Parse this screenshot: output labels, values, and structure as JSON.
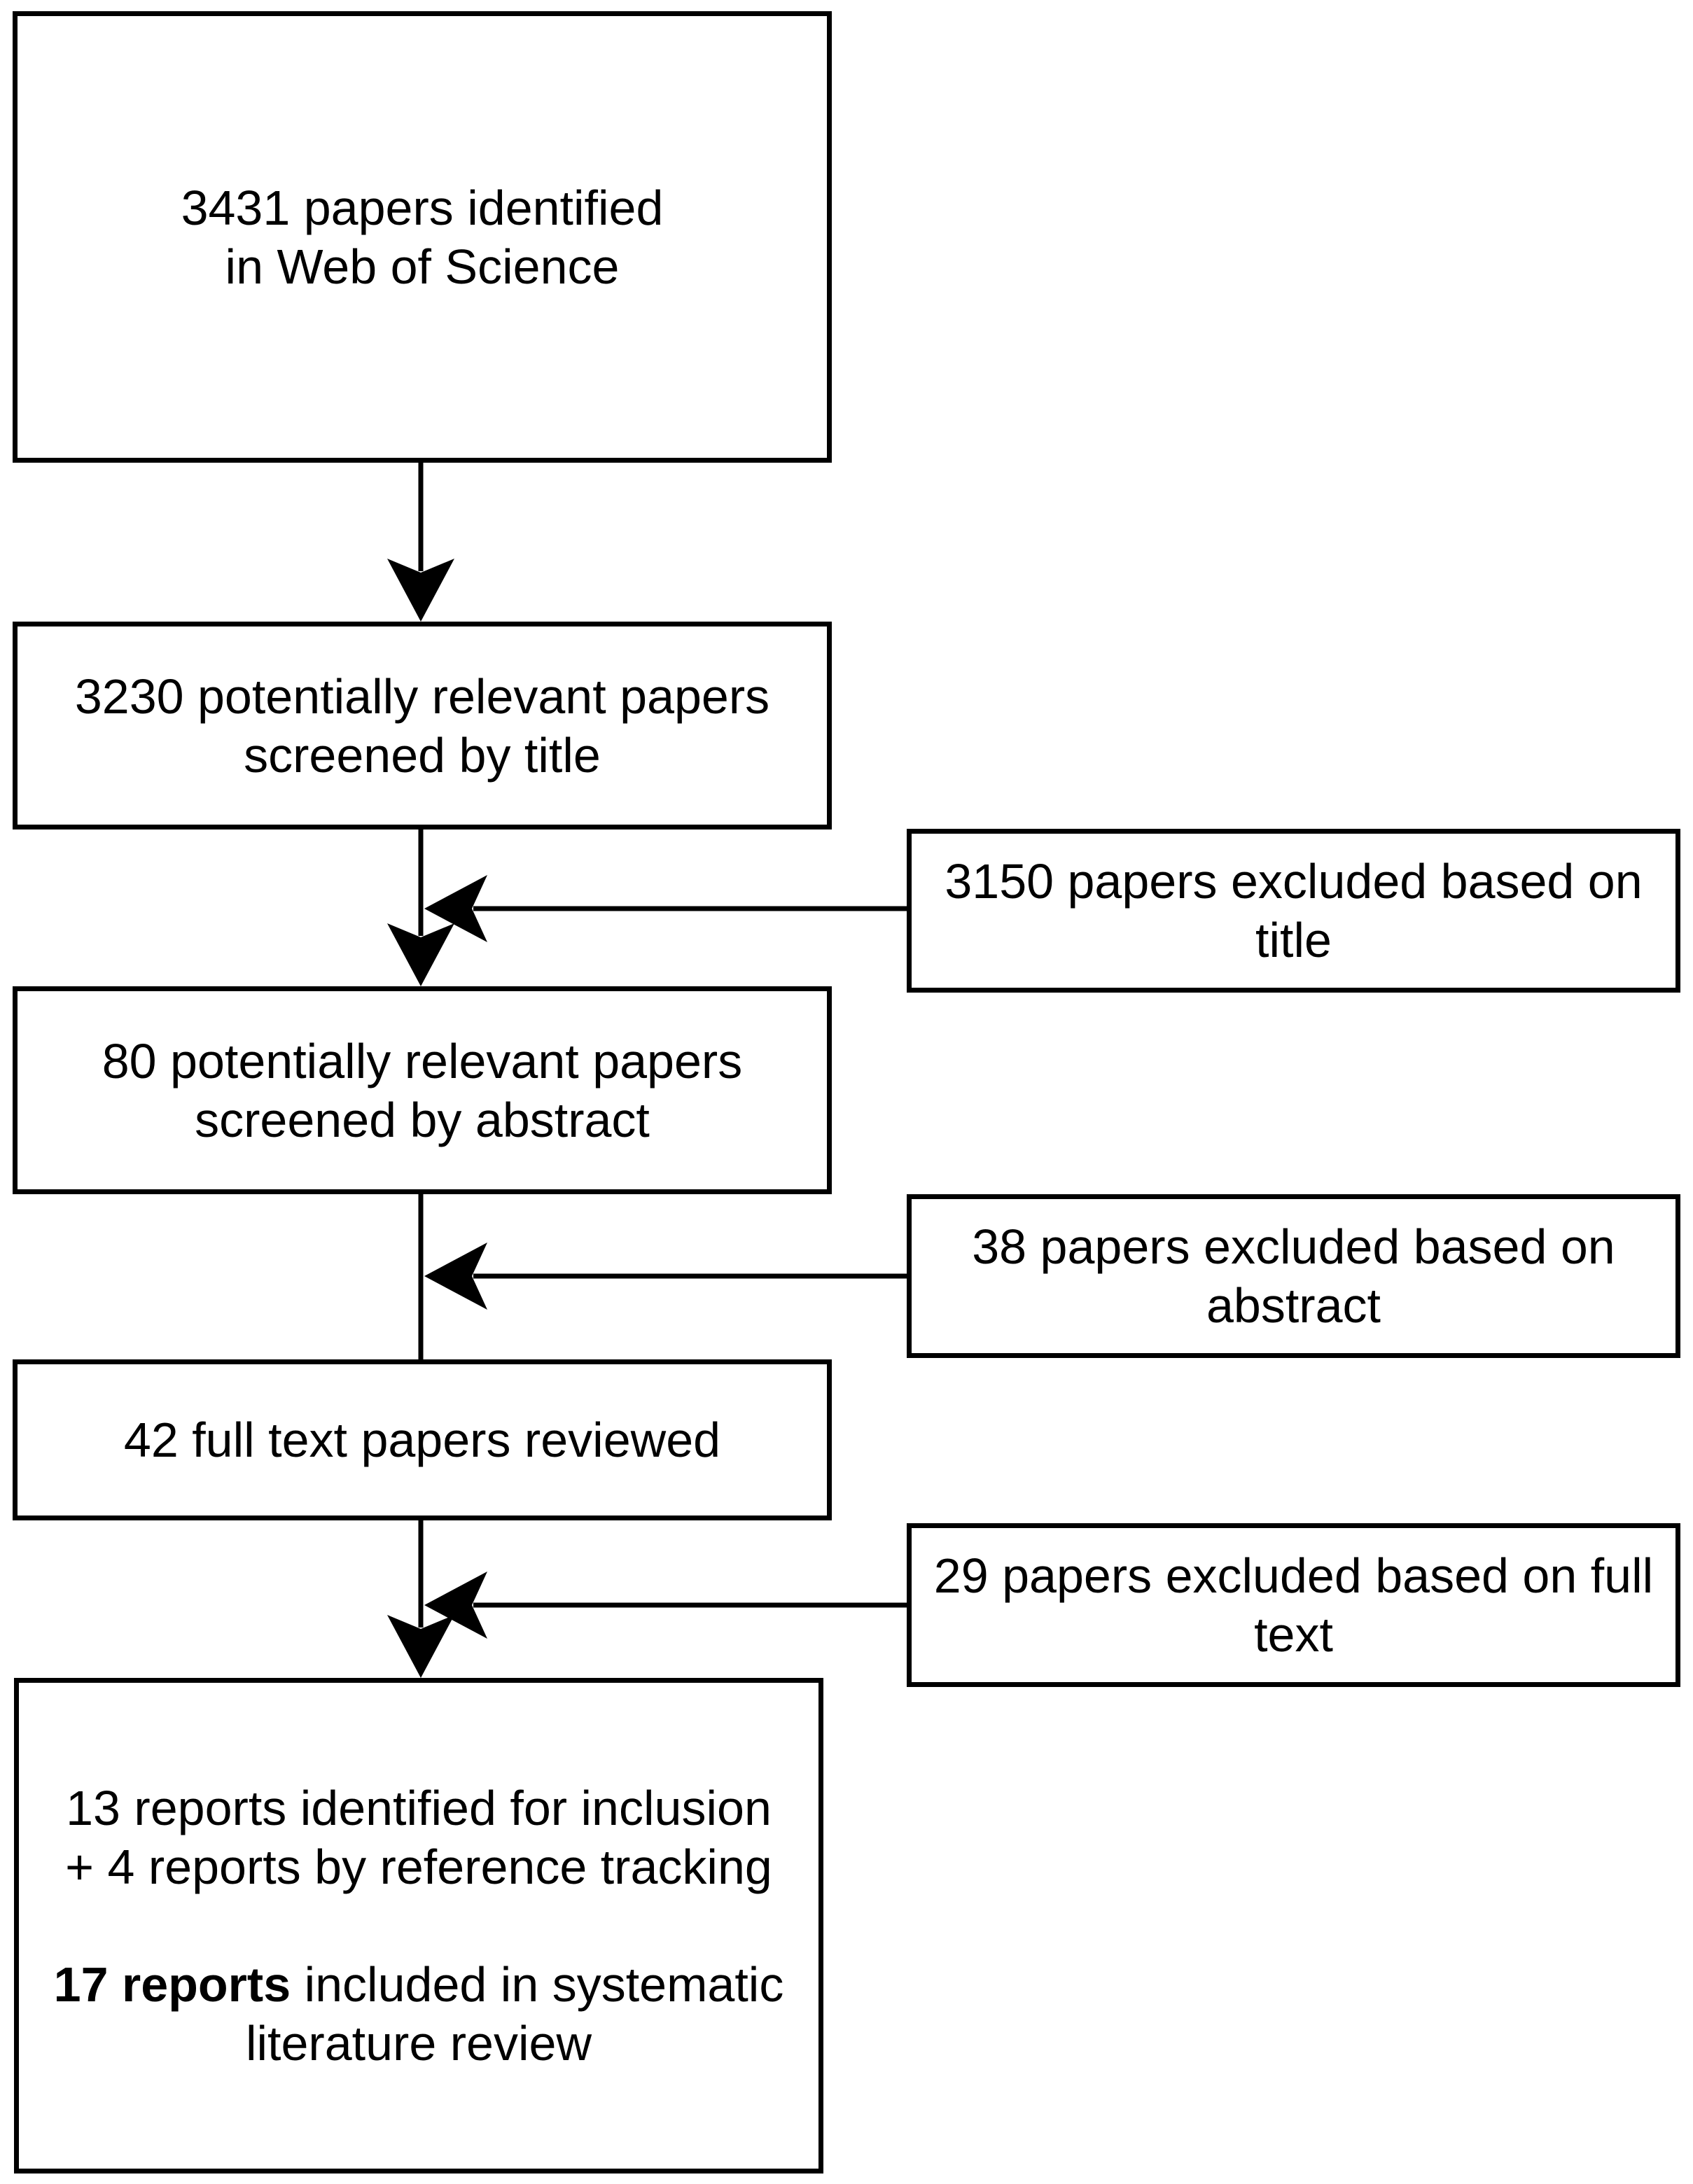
{
  "diagram": {
    "type": "flowchart",
    "colors": {
      "line": "#000000",
      "text": "#000000",
      "background": "#ffffff"
    },
    "boxes": {
      "identified": {
        "lines": [
          "3431 papers identified",
          "in Web of Science"
        ]
      },
      "title_screened": {
        "lines": [
          "3230 potentially relevant papers",
          "screened by title"
        ]
      },
      "excluded_title": {
        "lines": [
          "3150 papers excluded based on",
          "title"
        ]
      },
      "abstract_screened": {
        "lines": [
          "80 potentially relevant papers",
          "screened by abstract"
        ]
      },
      "excluded_abstract": {
        "lines": [
          "38 papers excluded based on",
          "abstract"
        ]
      },
      "fulltext_reviewed": {
        "lines": [
          "42 full text papers reviewed"
        ]
      },
      "excluded_fulltext": {
        "lines": [
          "29 papers excluded based on full",
          "text"
        ]
      },
      "included": {
        "line1": "13 reports identified for inclusion",
        "line2": "+ 4 reports by reference tracking",
        "line3_bold": "17 reports",
        "line3_rest": " included in systematic",
        "line4": "literature review"
      }
    }
  }
}
